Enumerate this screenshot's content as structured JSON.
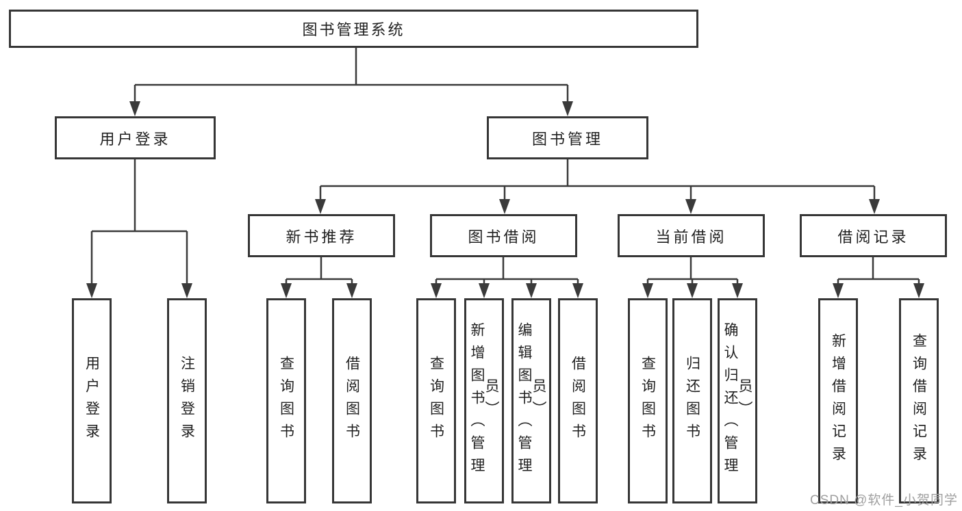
{
  "colors": {
    "line": "#3a3a3a",
    "box_border": "#363636",
    "text": "#1f1f1f",
    "background": "#ffffff",
    "watermark": "#9f9f9f"
  },
  "watermark": "CSDN @软件_小贺同学",
  "tree": {
    "label": "图书管理系统",
    "children": [
      {
        "label": "用户登录",
        "children": [
          {
            "label": "用户登录"
          },
          {
            "label": "注销登录"
          }
        ]
      },
      {
        "label": "图书管理",
        "children": [
          {
            "label": "新书推荐",
            "children": [
              {
                "label": "查询图书"
              },
              {
                "label": "借阅图书"
              }
            ]
          },
          {
            "label": "图书借阅",
            "children": [
              {
                "label": "查询图书"
              },
              {
                "label": "新增图书（管理员）"
              },
              {
                "label": "编辑图书（管理员）"
              },
              {
                "label": "借阅图书"
              }
            ]
          },
          {
            "label": "当前借阅",
            "children": [
              {
                "label": "查询图书"
              },
              {
                "label": "归还图书"
              },
              {
                "label": "确认归还（管理员）"
              }
            ]
          },
          {
            "label": "借阅记录",
            "children": [
              {
                "label": "新增借阅记录"
              },
              {
                "label": "查询借阅记录"
              }
            ]
          }
        ]
      }
    ]
  }
}
